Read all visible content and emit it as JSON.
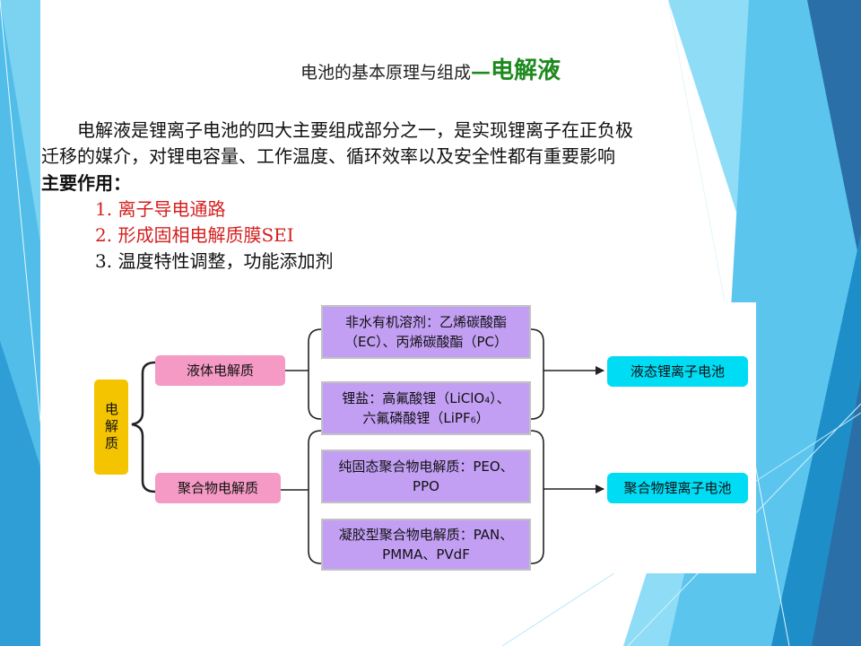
{
  "slide": {
    "title_prefix": "电池的基本原理与组成",
    "title_dash": "—",
    "title_main": "电解液",
    "para_line1": "电解液是锂离子电池的四大主要组成部分之一，是实现锂离子在正负极",
    "para_line2": "迁移的媒介，对锂电容量、工作温度、循环效率以及安全性都有重要影响",
    "role_heading": "主要作用：",
    "roles": [
      "1. 离子导电通路",
      "2. 形成固相电解质膜SEI",
      "3. 温度特性调整，功能添加剂"
    ],
    "colors": {
      "accent_green": "#1e8a1e",
      "accent_red": "#d4201f"
    }
  },
  "diagram": {
    "root": "电解质",
    "liquid": "液体电解质",
    "polymer": "聚合物电解质",
    "liquid_items": [
      "非水有机溶剂：乙烯碳酸酯（EC）、丙烯碳酸酯（PC）",
      "锂盐：高氟酸锂（LiClO₄）、六氟磷酸锂（LiPF₆）"
    ],
    "polymer_items": [
      "纯固态聚合物电解质：PEO、PPO",
      "凝胶型聚合物电解质：PAN、PMMA、PVdF"
    ],
    "liquid_result": "液态锂离子电池",
    "polymer_result": "聚合物锂离子电池",
    "colors": {
      "root": "#f5c400",
      "branch": "#f59ac4",
      "item": "#c39ff4",
      "result": "#00dcf4"
    }
  }
}
